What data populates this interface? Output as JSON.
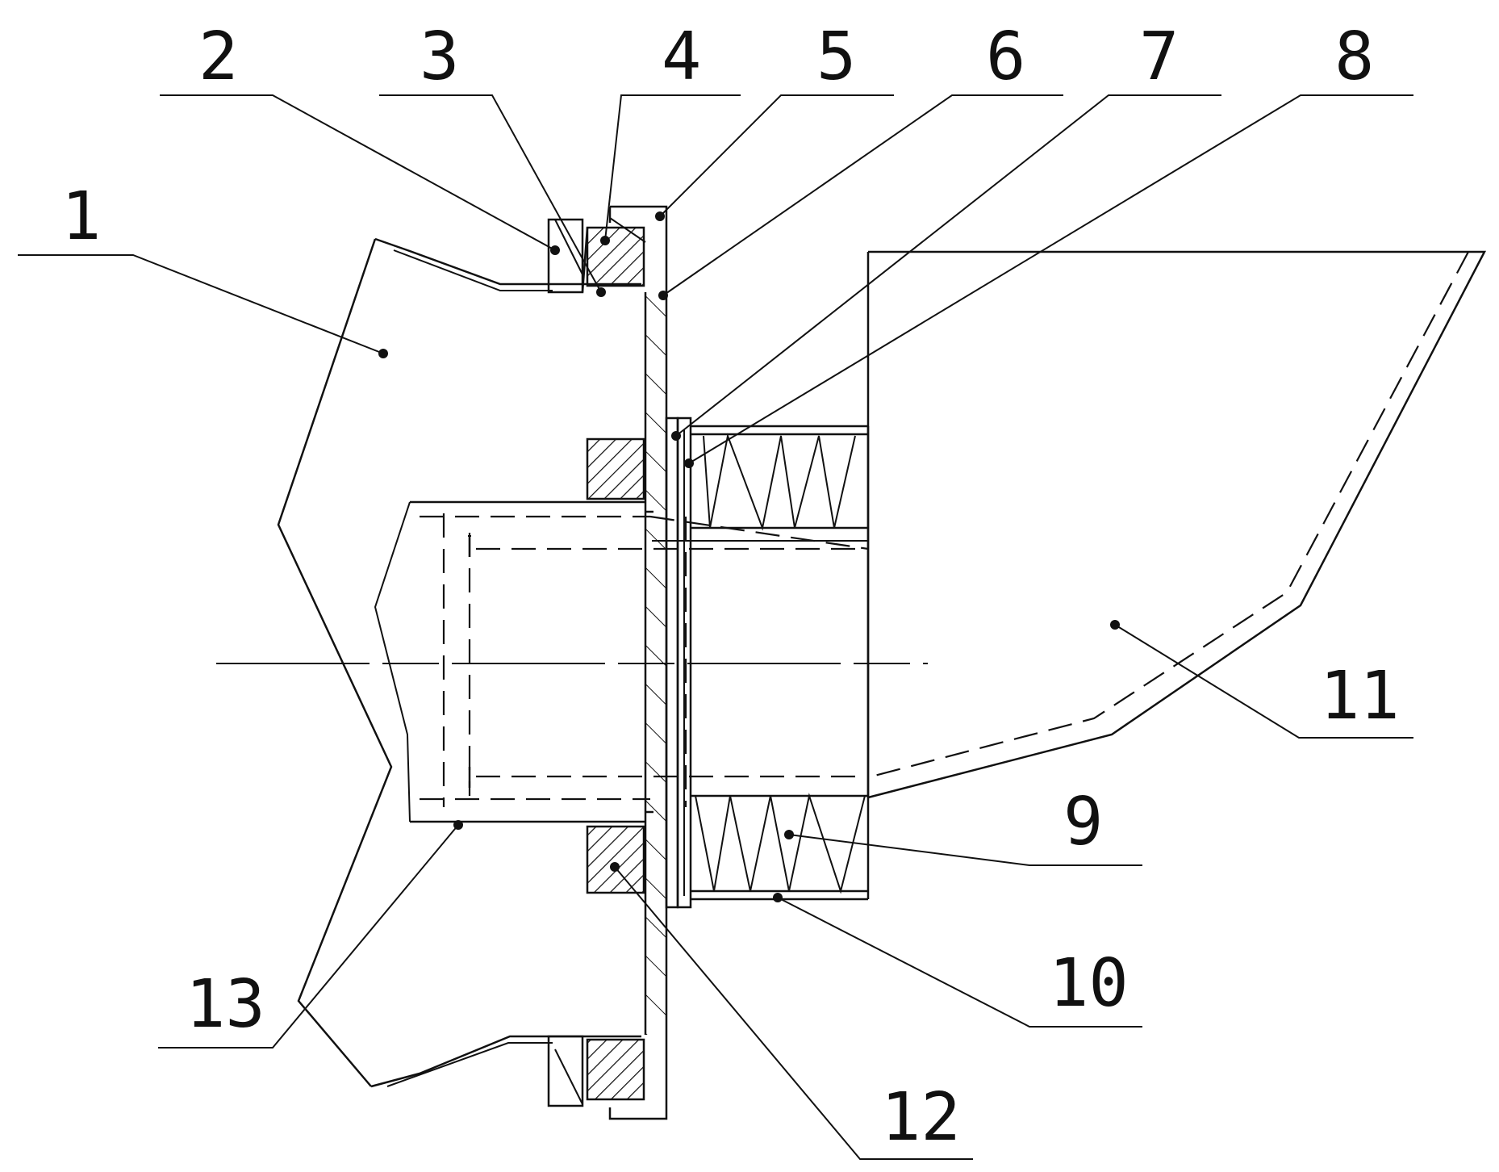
{
  "figure": {
    "callouts": [
      {
        "id": "callout-1",
        "label": "1"
      },
      {
        "id": "callout-2",
        "label": "2"
      },
      {
        "id": "callout-3",
        "label": "3"
      },
      {
        "id": "callout-4",
        "label": "4"
      },
      {
        "id": "callout-5",
        "label": "5"
      },
      {
        "id": "callout-6",
        "label": "6"
      },
      {
        "id": "callout-7",
        "label": "7"
      },
      {
        "id": "callout-8",
        "label": "8"
      },
      {
        "id": "callout-9",
        "label": "9"
      },
      {
        "id": "callout-10",
        "label": "10"
      },
      {
        "id": "callout-11",
        "label": "11"
      },
      {
        "id": "callout-12",
        "label": "12"
      },
      {
        "id": "callout-13",
        "label": "13"
      }
    ]
  }
}
